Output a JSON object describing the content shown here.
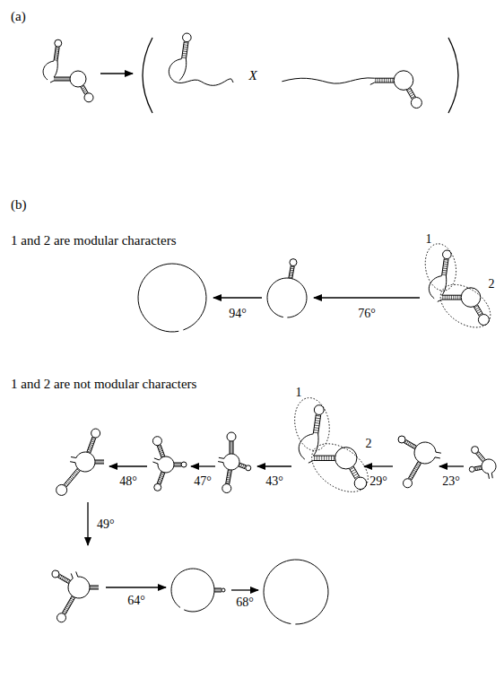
{
  "diagram": {
    "labels": [
      "(a)",
      "X",
      "(b)",
      "1 and 2 are modular characters",
      "1",
      "2",
      "94°",
      "76°",
      "1 and 2 are not modular characters",
      "48°",
      "47°",
      "43°",
      "1",
      "2",
      "29°",
      "23°",
      "49°",
      "64°",
      "68°"
    ]
  }
}
